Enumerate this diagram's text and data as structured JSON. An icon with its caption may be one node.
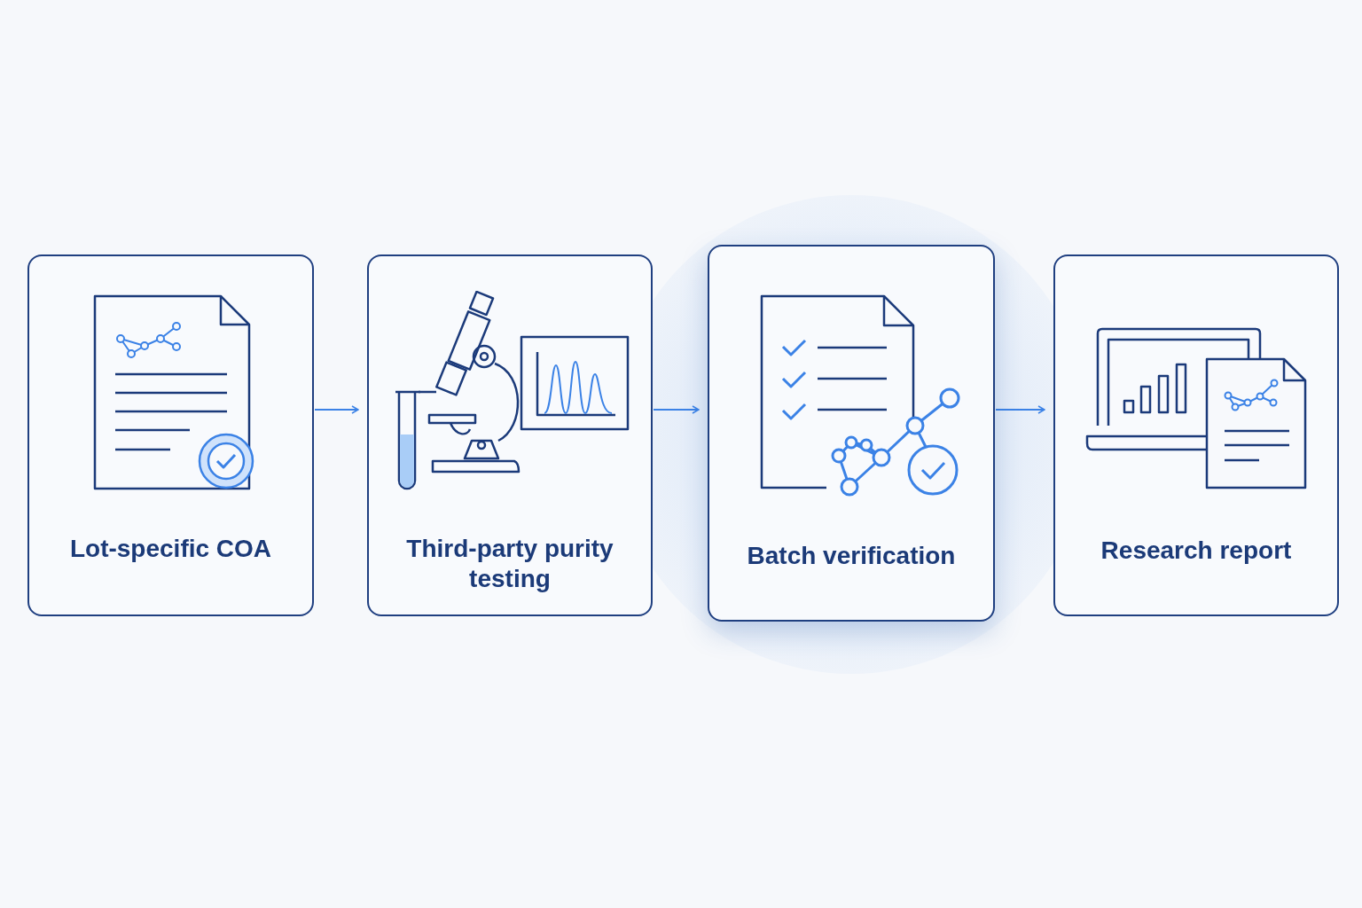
{
  "diagram": {
    "nodes": [
      {
        "text": [
          "Lot-specific COA"
        ]
      },
      {
        "text": [
          "Third-party purity testing"
        ]
      },
      {
        "text": [
          "Batch verification"
        ]
      },
      {
        "text": [
          "Research report"
        ]
      }
    ],
    "edges": [
      {
        "from": 0,
        "to": 1,
        "arrow": "to"
      },
      {
        "from": 1,
        "to": 2,
        "arrow": "to"
      },
      {
        "from": 2,
        "to": 3,
        "arrow": "to"
      }
    ]
  }
}
